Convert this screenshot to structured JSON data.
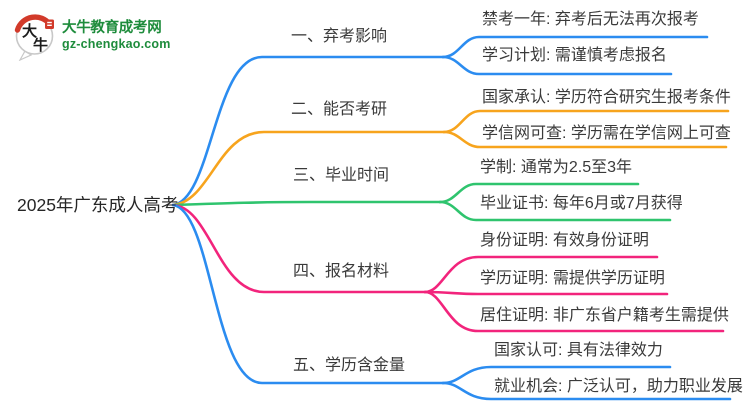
{
  "logo": {
    "badge_char_1": "大",
    "badge_char_2": "牛",
    "site_name": "大牛教育成考网",
    "site_domain": "gz-chengkao.com",
    "brand_green": "#1E8C3C",
    "badge_red": "#D23A2A"
  },
  "root": {
    "label": "2025年广东成人高考"
  },
  "branches": [
    {
      "label": "一、弃考影响",
      "color": "#2B8CF0",
      "children": [
        {
          "label": "禁考一年: 弃考后无法再次报考"
        },
        {
          "label": "学习计划: 需谨慎考虑报名"
        }
      ]
    },
    {
      "label": "二、能否考研",
      "color": "#F7A41D",
      "children": [
        {
          "label": "国家承认: 学历符合研究生报考条件"
        },
        {
          "label": "学信网可查: 学历需在学信网上可查"
        }
      ]
    },
    {
      "label": "三、毕业时间",
      "color": "#2FC46E",
      "children": [
        {
          "label": "学制: 通常为2.5至3年"
        },
        {
          "label": "毕业证书: 每年6月或7月获得"
        }
      ]
    },
    {
      "label": "四、报名材料",
      "color": "#F2247C",
      "children": [
        {
          "label": "身份证明: 有效身份证明"
        },
        {
          "label": "学历证明: 需提供学历证明"
        },
        {
          "label": "居住证明: 非广东省户籍考生需提供"
        }
      ]
    },
    {
      "label": "五、学历含金量",
      "color": "#2B8CF0",
      "children": [
        {
          "label": "国家认可: 具有法律效力"
        },
        {
          "label": "就业机会: 广泛认可，助力职业发展"
        }
      ]
    }
  ]
}
